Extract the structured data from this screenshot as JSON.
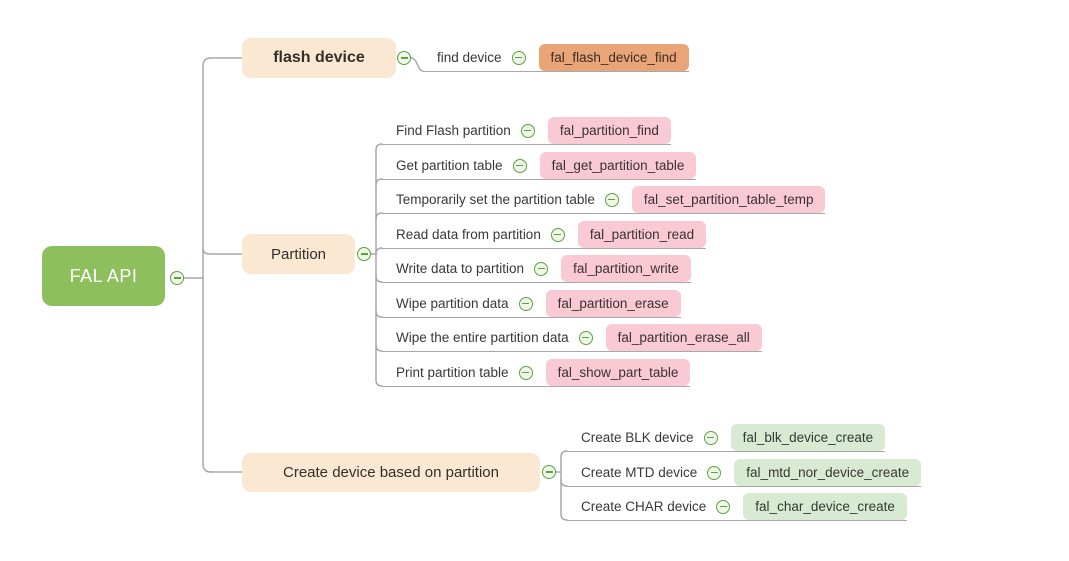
{
  "root": {
    "label": "FAL API"
  },
  "branches": [
    {
      "label": "flash device",
      "children": [
        {
          "label": "find device",
          "api": "fal_flash_device_find"
        }
      ]
    },
    {
      "label": "Partition",
      "children": [
        {
          "label": "Find Flash partition",
          "api": "fal_partition_find"
        },
        {
          "label": "Get partition table",
          "api": "fal_get_partition_table"
        },
        {
          "label": "Temporarily set the partition table",
          "api": "fal_set_partition_table_temp"
        },
        {
          "label": "Read data from partition",
          "api": "fal_partition_read"
        },
        {
          "label": "Write data to partition",
          "api": "fal_partition_write"
        },
        {
          "label": "Wipe partition data",
          "api": "fal_partition_erase"
        },
        {
          "label": "Wipe the entire partition data",
          "api": "fal_partition_erase_all"
        },
        {
          "label": "Print partition table",
          "api": "fal_show_part_table"
        }
      ]
    },
    {
      "label": "Create device based on partition",
      "children": [
        {
          "label": "Create BLK device",
          "api": "fal_blk_device_create"
        },
        {
          "label": "Create MTD device",
          "api": "fal_mtd_nor_device_create"
        },
        {
          "label": "Create CHAR device",
          "api": "fal_char_device_create"
        }
      ]
    }
  ],
  "icons": {
    "collapse": "minus-icon"
  },
  "colors": {
    "root_bg": "#8dc05c",
    "branch_bg": "#fbe8d2",
    "api_flash_bg": "#e9a478",
    "api_partition_bg": "#f9cad3",
    "api_create_bg": "#d9ead3",
    "connector": "#a8a8a8",
    "collapse_icon": "#5ba33c"
  }
}
